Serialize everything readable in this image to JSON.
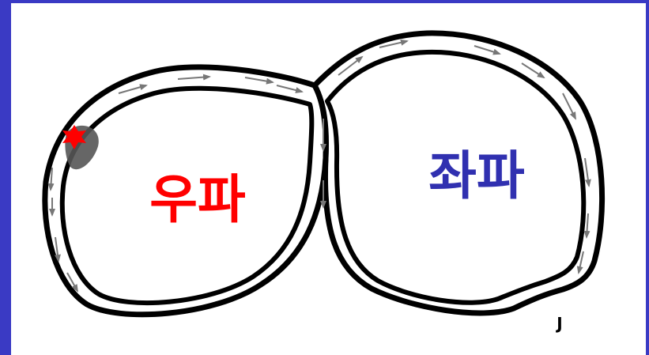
{
  "colors": {
    "frame_border": "#3a3ac4",
    "background": "#ffffff",
    "outline": "#000000",
    "arrow": "#777777",
    "star": "#ff0000",
    "star_shadow": "#555555"
  },
  "labels": {
    "right_wave": {
      "text": "우파",
      "color": "#ff0000"
    },
    "left_wave": {
      "text": "좌파",
      "color": "#3030b0"
    },
    "corner_mark": "J"
  },
  "icons": {
    "origin_marker": "star-icon",
    "flow_direction": "arrow-icon"
  }
}
